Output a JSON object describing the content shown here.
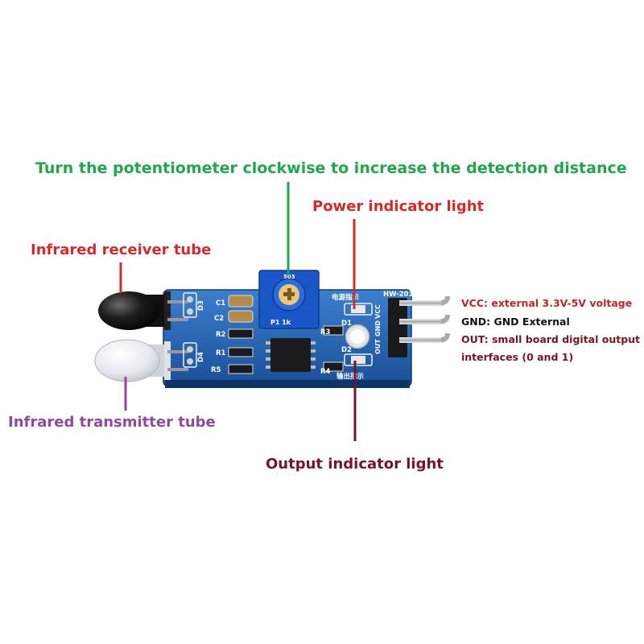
{
  "labels": {
    "potentiometer": "Turn the potentiometer clockwise to increase the detection distance",
    "power_light": "Power indicator light",
    "receiver": "Infrared receiver tube",
    "transmitter": "Infrared transmitter tube",
    "output_light": "Output indicator light"
  },
  "pins": {
    "vcc_key": "VCC:",
    "vcc_value": " external 3.3V-5V voltage",
    "gnd_key": "GND:",
    "gnd_value": " GND External",
    "out_key": "OUT:",
    "out_value": " small board digital output",
    "out_value_line2": "interfaces (0 and 1)"
  },
  "board_marks": {
    "model": "HW-201",
    "power_cn": "电源指示",
    "output_cn": "输出指示",
    "c1": "C1",
    "c2": "C2",
    "r1": "R1",
    "r2": "R2",
    "r3": "R3",
    "r4": "R4",
    "r5": "R5",
    "d1": "D1",
    "d2": "D2",
    "d3": "D3",
    "d4": "D4",
    "pin_out": "OUT",
    "pin_gnd": "GND",
    "pin_vcc": "VCC",
    "pot_top": "503",
    "pot_bottom": "P1 1k"
  },
  "colors": {
    "green": "#1fa84a",
    "red": "#d42a2a",
    "purple": "#8e4aa0",
    "maroon": "#7a1325",
    "pcb": "#1f5fae",
    "pot": "#1b56c9"
  }
}
